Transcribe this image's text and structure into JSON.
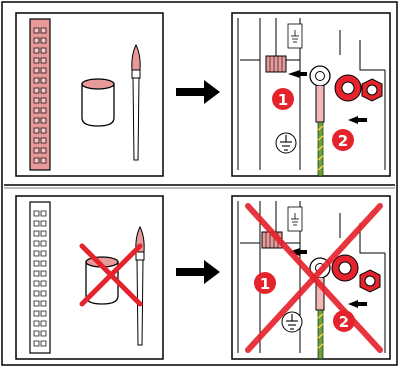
{
  "panels": [
    {
      "id": "top",
      "state": "correct",
      "steps": [
        {
          "marker": "1"
        },
        {
          "marker": "2"
        }
      ]
    },
    {
      "id": "bottom",
      "state": "incorrect",
      "steps": [
        {
          "marker": "1"
        },
        {
          "marker": "2"
        }
      ]
    }
  ],
  "icons": {
    "ground": "ground-symbol-icon",
    "cross": "x-cross-icon",
    "arrow": "arrow-right-icon"
  },
  "colors": {
    "pink": "#e89a9a",
    "red": "#e5232d",
    "green_yellow": "#6aa33a",
    "line": "#000000"
  }
}
